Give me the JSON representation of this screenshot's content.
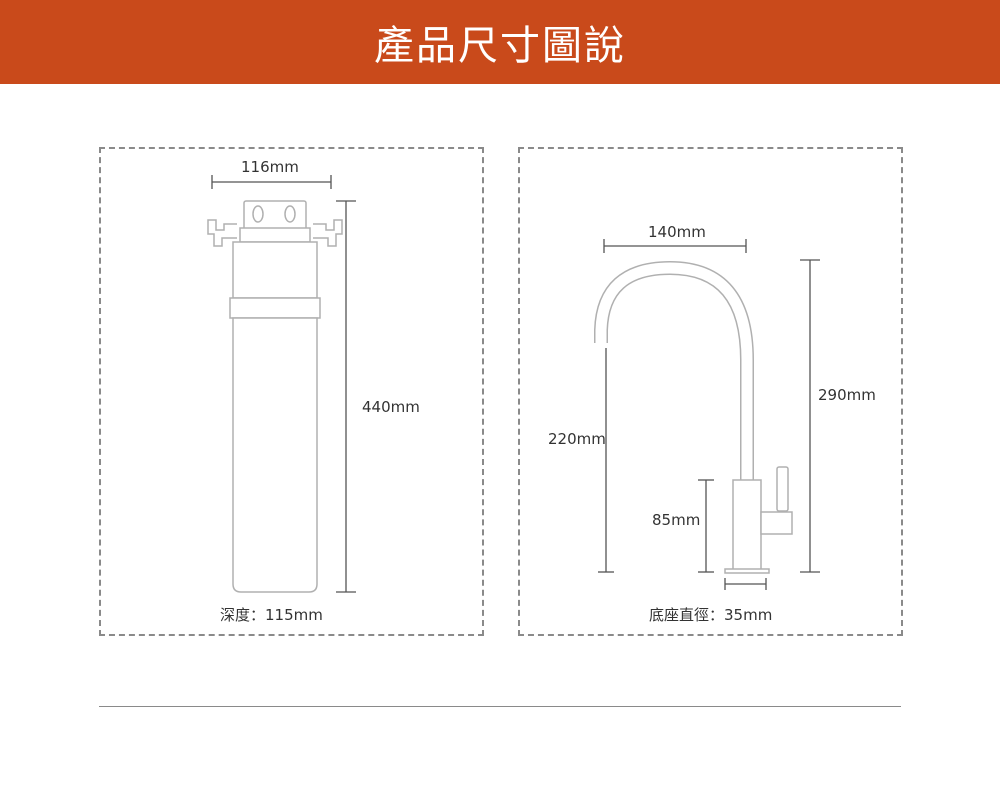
{
  "header": {
    "title": "產品尺寸圖說",
    "background": "#c94a1b"
  },
  "filter_diagram": {
    "width_label": "116mm",
    "height_label": "440mm",
    "depth_label": "深度：115mm"
  },
  "faucet_diagram": {
    "reach_label": "140mm",
    "total_height_label": "290mm",
    "spout_height_label": "220mm",
    "base_height_label": "85mm",
    "base_diameter_label": "底座直徑：35mm"
  },
  "colors": {
    "line": "#555555",
    "dashed_border": "#8a8a8a",
    "outline": "#b0b0b0"
  }
}
